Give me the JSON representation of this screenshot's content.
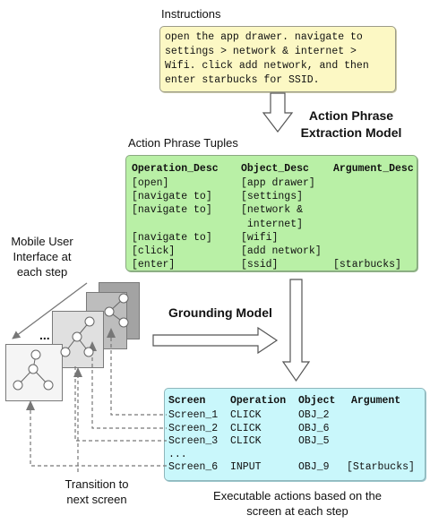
{
  "instructions": {
    "title": "Instructions",
    "text": "open the app drawer. navigate to settings > network & internet > Wifi. click add network, and then enter starbucks for SSID."
  },
  "extraction_model": {
    "line1": "Action Phrase",
    "line2": "Extraction Model"
  },
  "tuples": {
    "title": "Action Phrase Tuples",
    "headers": [
      "Operation_Desc",
      "Object_Desc",
      "Argument_Desc"
    ],
    "rows": [
      [
        "[open]",
        "[app drawer]",
        ""
      ],
      [
        "[navigate to]",
        "[settings]",
        ""
      ],
      [
        "[navigate to]",
        "[network &",
        ""
      ],
      [
        "",
        " internet]",
        ""
      ],
      [
        "[navigate to]",
        "[wifi]",
        ""
      ],
      [
        "[click]",
        "[add network]",
        ""
      ],
      [
        "[enter]",
        "[ssid]",
        "[starbucks]"
      ]
    ]
  },
  "mobile_ui": {
    "line1": "Mobile User",
    "line2": "Interface at",
    "line3": "each step",
    "ellipsis": "..."
  },
  "grounding_model": {
    "label": "Grounding Model"
  },
  "actions": {
    "headers": [
      "Screen",
      "Operation",
      "Object",
      "Argument"
    ],
    "rows": [
      [
        "Screen_1",
        "CLICK",
        "OBJ_2",
        ""
      ],
      [
        "Screen_2",
        "CLICK",
        "OBJ_6",
        ""
      ],
      [
        "Screen_3",
        "CLICK",
        "OBJ_5",
        ""
      ],
      [
        "...",
        "",
        "",
        ""
      ],
      [
        "Screen_6",
        "INPUT",
        "OBJ_9",
        "[Starbucks]"
      ]
    ]
  },
  "transition": {
    "line1": "Transition to",
    "line2": "next screen"
  },
  "executable": {
    "line1": "Executable actions based on the",
    "line2": "screen at each step"
  },
  "colors": {
    "instructions_bg": "#fcf8c4",
    "tuples_bg": "#b9f0a6",
    "actions_bg": "#c9f7fb"
  }
}
